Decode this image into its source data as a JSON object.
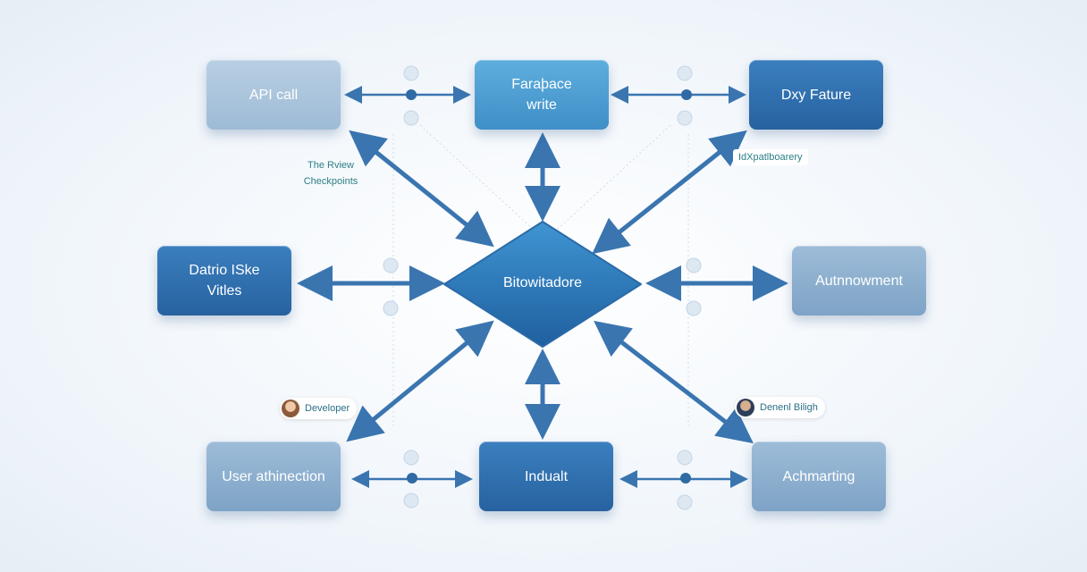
{
  "nodes": {
    "api_call": "API call",
    "database_write_1": "Faraþace",
    "database_write_2": "write",
    "dxy_fature": "Dxy Fature",
    "datrio_1": "Datrio ISke",
    "datrio_2": "Vitles",
    "center": "Bitowitadore",
    "autnnowment": "Autnnowment",
    "user_auth": "User athinection",
    "indualt": "Indualt",
    "achmarting": "Achmarting"
  },
  "labels": {
    "review_1": "The Rview",
    "review_2": "Checkpoints",
    "top_right": "IdXpatlboarery"
  },
  "people": {
    "developer": "Developer",
    "other": "Denenl Biligh"
  },
  "colors": {
    "arrow": "#3a75b0",
    "accent": "#2a7f86"
  }
}
